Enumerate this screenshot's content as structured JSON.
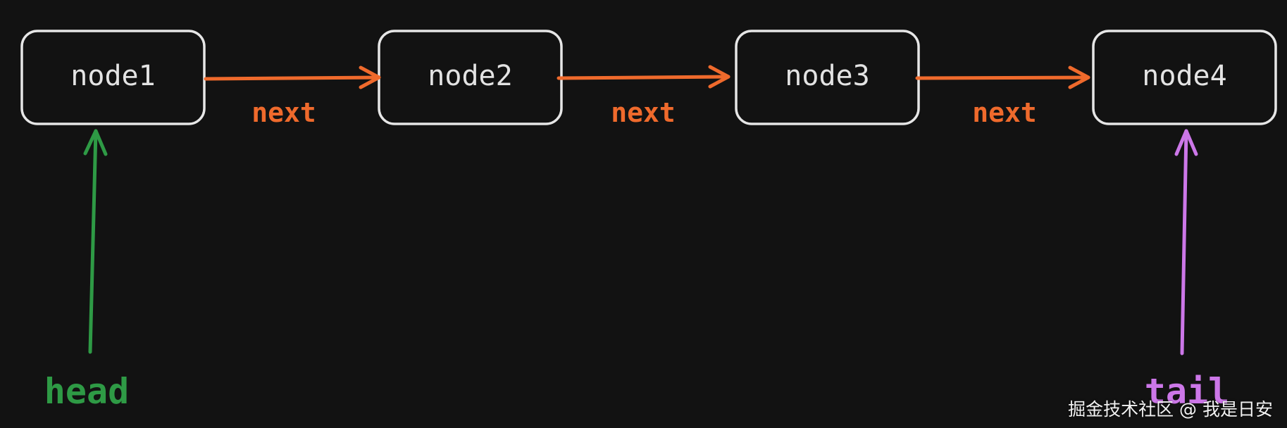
{
  "colors": {
    "background": "#121212",
    "node_border": "#e6e6e6",
    "node_text": "#e3e3e3",
    "next_arrow": "#ef6a2c",
    "head_arrow": "#2e9a45",
    "tail_arrow": "#cc77e8"
  },
  "nodes": [
    {
      "label": "node1"
    },
    {
      "label": "node2"
    },
    {
      "label": "node3"
    },
    {
      "label": "node4"
    }
  ],
  "edges": [
    {
      "label": "next"
    },
    {
      "label": "next"
    },
    {
      "label": "next"
    }
  ],
  "pointers": {
    "head": {
      "label": "head"
    },
    "tail": {
      "label": "tail"
    }
  },
  "watermark": "掘金技术社区 @ 我是日安"
}
